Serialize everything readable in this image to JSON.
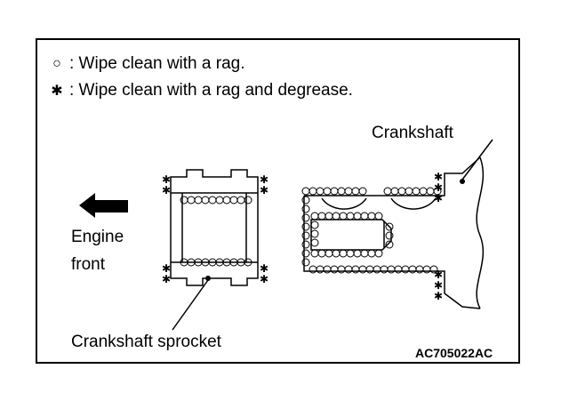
{
  "legend": {
    "items": [
      {
        "symbol": "○",
        "symbol_name": "circle-symbol",
        "text": ": Wipe clean with a rag."
      },
      {
        "symbol": "✱",
        "symbol_name": "asterisk-symbol",
        "text": ": Wipe clean with a rag and degrease."
      }
    ]
  },
  "labels": {
    "crankshaft": "Crankshaft",
    "engine_front_line1": "Engine",
    "engine_front_line2": "front",
    "sprocket": "Crankshaft sprocket",
    "figure_code": "AC705022AC"
  },
  "icons": {
    "direction_arrow": "arrow-left-icon"
  },
  "colors": {
    "ink": "#000000",
    "paper": "#ffffff"
  }
}
